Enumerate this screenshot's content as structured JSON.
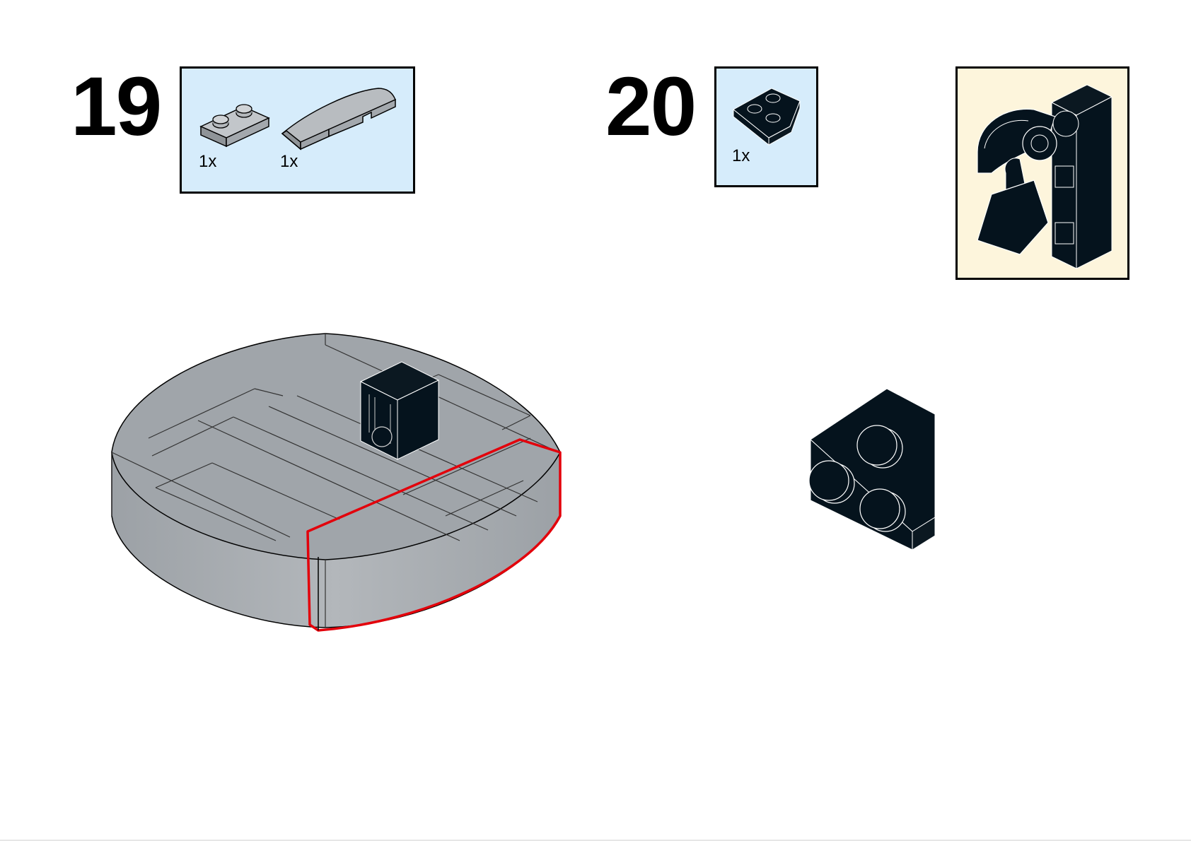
{
  "steps": [
    {
      "number": "19",
      "parts": [
        {
          "qty": "1x",
          "icon": "plate-1x2-gray-icon",
          "color": "#a3a8ad"
        },
        {
          "qty": "1x",
          "icon": "curved-slope-gray-icon",
          "color": "#a3a8ad"
        }
      ]
    },
    {
      "number": "20",
      "parts": [
        {
          "qty": "1x",
          "icon": "wedge-plate-black-icon",
          "color": "#05131d"
        }
      ]
    }
  ],
  "colors": {
    "parts_box_bg": "#d6ecfb",
    "callout_bg": "#fdf5dc",
    "highlight": "#e3000b",
    "gray_part": "#a3a8ad",
    "black_part": "#05131d"
  }
}
